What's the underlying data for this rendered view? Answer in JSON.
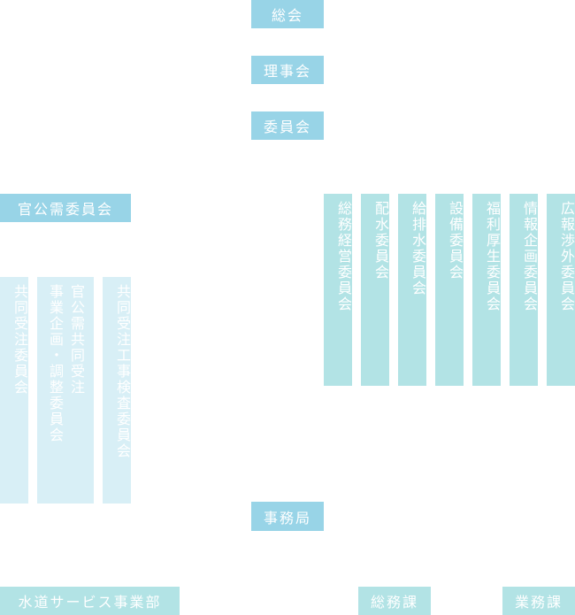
{
  "top": {
    "general_meeting": "総会",
    "board": "理事会",
    "committee": "委員会",
    "secretariat": "事務局"
  },
  "left": {
    "title": "官公需委員会",
    "cols": [
      "共同受注委員会",
      "官公需共同受注",
      "事業企画・調整委員会",
      "共同受注工事検査委員会"
    ]
  },
  "right": {
    "committees": [
      "総務経営委員会",
      "配水委員会",
      "給排水委員会",
      "設備委員会",
      "福利厚生委員会",
      "情報企画委員会",
      "広報渉外委員会"
    ]
  },
  "bottom": {
    "water_service": "水道サービス事業部",
    "general_affairs": "総務課",
    "business": "業務課"
  },
  "colors": {
    "top_boxes": "#98d4e7",
    "right_committees": "#b2e3e5",
    "left_committees": "#d8eff6",
    "text": "#ffffff"
  }
}
